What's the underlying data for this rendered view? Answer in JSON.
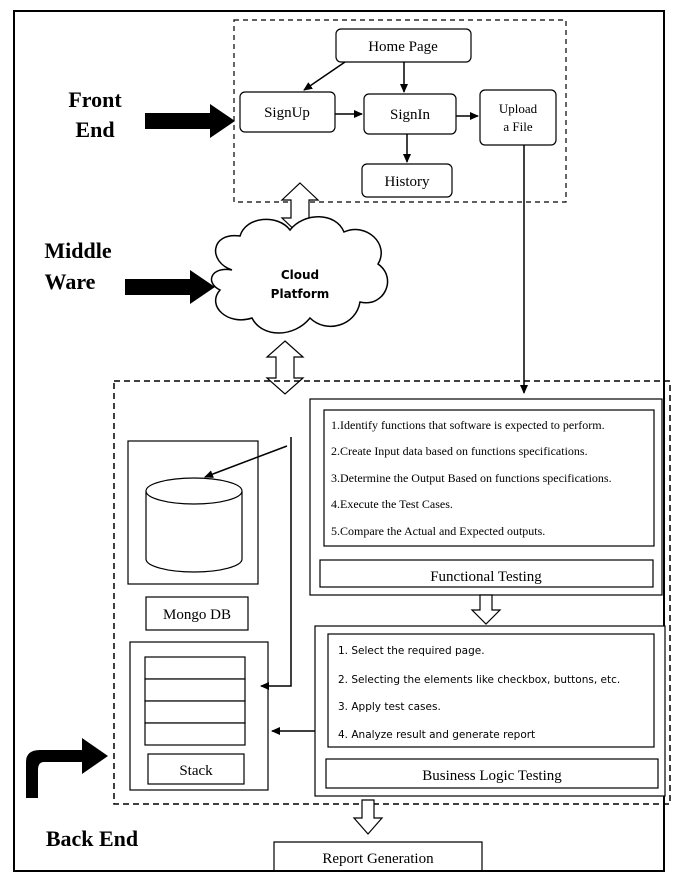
{
  "side_labels": {
    "front_end_line1": "Front",
    "front_end_line2": "End",
    "middle_ware_line1": "Middle",
    "middle_ware_line2": "Ware",
    "back_end": "Back End"
  },
  "front_end": {
    "home_page": "Home Page",
    "signup": "SignUp",
    "signin": "SignIn",
    "upload_line1": "Upload",
    "upload_line2": "a File",
    "history": "History"
  },
  "middleware": {
    "cloud_line1": "Cloud",
    "cloud_line2": "Platform"
  },
  "back_end": {
    "mongo_db": "Mongo DB",
    "stack": "Stack",
    "functional_testing": {
      "title": "Functional Testing",
      "steps": [
        "1.Identify functions that software is expected to perform.",
        "2.Create Input data based on functions specifications.",
        "3.Determine the Output Based on functions specifications.",
        "4.Execute the Test Cases.",
        "5.Compare the Actual and Expected outputs."
      ]
    },
    "business_logic_testing": {
      "title": "Business Logic Testing",
      "steps": [
        "1. Select the required page.",
        "2. Selecting the elements like checkbox, buttons, etc.",
        "3. Apply test cases.",
        "4. Analyze result and generate report"
      ]
    },
    "report_generation": "Report Generation"
  }
}
